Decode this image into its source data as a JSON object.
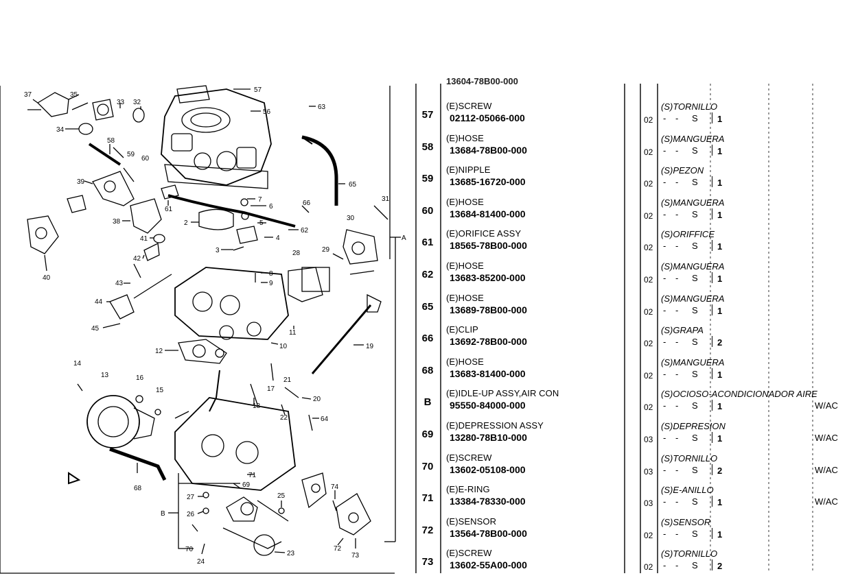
{
  "cut_row": {
    "text": "13604-78B00-000"
  },
  "parts": [
    {
      "ref": "57",
      "name": "(E)SCREW",
      "part_no": "02112-05066-000",
      "code": "02",
      "spanish": "(S)TORNILLO",
      "d1": "-",
      "d2": "-",
      "flag": "S",
      "qty": "1",
      "remark": ""
    },
    {
      "ref": "58",
      "name": "(E)HOSE",
      "part_no": "13684-78B00-000",
      "code": "02",
      "spanish": "(S)MANGUERA",
      "d1": "-",
      "d2": "-",
      "flag": "S",
      "qty": "1",
      "remark": ""
    },
    {
      "ref": "59",
      "name": "(E)NIPPLE",
      "part_no": "13685-16720-000",
      "code": "02",
      "spanish": "(S)PEZON",
      "d1": "-",
      "d2": "-",
      "flag": "S",
      "qty": "1",
      "remark": ""
    },
    {
      "ref": "60",
      "name": "(E)HOSE",
      "part_no": "13684-81400-000",
      "code": "02",
      "spanish": "(S)MANGUERA",
      "d1": "-",
      "d2": "-",
      "flag": "S",
      "qty": "1",
      "remark": ""
    },
    {
      "ref": "61",
      "name": "(E)ORIFICE ASSY",
      "part_no": "18565-78B00-000",
      "code": "02",
      "spanish": "(S)ORIFFICE",
      "d1": "-",
      "d2": "-",
      "flag": "S",
      "qty": "1",
      "remark": ""
    },
    {
      "ref": "62",
      "name": "(E)HOSE",
      "part_no": "13683-85200-000",
      "code": "02",
      "spanish": "(S)MANGUERA",
      "d1": "-",
      "d2": "-",
      "flag": "S",
      "qty": "1",
      "remark": ""
    },
    {
      "ref": "65",
      "name": "(E)HOSE",
      "part_no": "13689-78B00-000",
      "code": "02",
      "spanish": "(S)MANGUERA",
      "d1": "-",
      "d2": "-",
      "flag": "S",
      "qty": "1",
      "remark": ""
    },
    {
      "ref": "66",
      "name": "(E)CLIP",
      "part_no": "13692-78B00-000",
      "code": "02",
      "spanish": "(S)GRAPA",
      "d1": "-",
      "d2": "-",
      "flag": "S",
      "qty": "2",
      "remark": ""
    },
    {
      "ref": "68",
      "name": "(E)HOSE",
      "part_no": "13683-81400-000",
      "code": "02",
      "spanish": "(S)MANGUERA",
      "d1": "-",
      "d2": "-",
      "flag": "S",
      "qty": "1",
      "remark": ""
    },
    {
      "ref": "B",
      "name": "(E)IDLE-UP ASSY,AIR CON",
      "part_no": "95550-84000-000",
      "code": "02",
      "spanish": "(S)OCIOSO-ACONDICIONADOR AIRE",
      "d1": "-",
      "d2": "-",
      "flag": "S",
      "qty": "1",
      "remark": "W/AC"
    },
    {
      "ref": "69",
      "name": "(E)DEPRESSION ASSY",
      "part_no": "13280-78B10-000",
      "code": "03",
      "spanish": "(S)DEPRESION",
      "d1": "-",
      "d2": "-",
      "flag": "S",
      "qty": "1",
      "remark": "W/AC"
    },
    {
      "ref": "70",
      "name": "(E)SCREW",
      "part_no": "13602-05108-000",
      "code": "03",
      "spanish": "(S)TORNILLO",
      "d1": "-",
      "d2": "-",
      "flag": "S",
      "qty": "2",
      "remark": "W/AC"
    },
    {
      "ref": "71",
      "name": "(E)E-RING",
      "part_no": "13384-78330-000",
      "code": "03",
      "spanish": "(S)E-ANILLO",
      "d1": "-",
      "d2": "-",
      "flag": "S",
      "qty": "1",
      "remark": "W/AC"
    },
    {
      "ref": "72",
      "name": "(E)SENSOR",
      "part_no": "13564-78B00-000",
      "code": "02",
      "spanish": "(S)SENSOR",
      "d1": "-",
      "d2": "-",
      "flag": "S",
      "qty": "1",
      "remark": ""
    },
    {
      "ref": "73",
      "name": "(E)SCREW",
      "part_no": "13602-55A00-000",
      "code": "02",
      "spanish": "(S)TORNILLO",
      "d1": "-",
      "d2": "-",
      "flag": "S",
      "qty": "2",
      "remark": ""
    }
  ],
  "callouts": {
    "c37": "37",
    "c35": "35",
    "c33": "33",
    "c32": "32",
    "c34": "34",
    "c57": "57",
    "c63": "63",
    "c56": "56",
    "c58": "58",
    "c59": "59",
    "c60": "60",
    "c39": "39",
    "c65": "65",
    "c7": "7",
    "c6": "6",
    "c61": "61",
    "c38": "38",
    "c2": "2",
    "c5": "5",
    "c62": "62",
    "c66": "66",
    "c31": "31",
    "c30": "30",
    "c41": "41",
    "c3": "3",
    "c4": "4",
    "cA": "A",
    "c29": "29",
    "c42": "42",
    "c40": "40",
    "c43": "43",
    "c28": "28",
    "c8": "8",
    "c9": "9",
    "c44": "44",
    "c45": "45",
    "c11": "11",
    "c10": "10",
    "c19": "19",
    "c12": "12",
    "c14": "14",
    "c13": "13",
    "c16": "16",
    "c15": "15",
    "c17": "17",
    "c21": "21",
    "c18": "18",
    "c20": "20",
    "c22": "22",
    "c64": "64",
    "c68": "68",
    "c71": "71",
    "c69": "69",
    "c27": "27",
    "c25": "25",
    "c74": "74",
    "cB": "B",
    "c26": "26",
    "c72": "72",
    "c73": "73",
    "c70": "70",
    "c24": "24",
    "c23": "23"
  }
}
